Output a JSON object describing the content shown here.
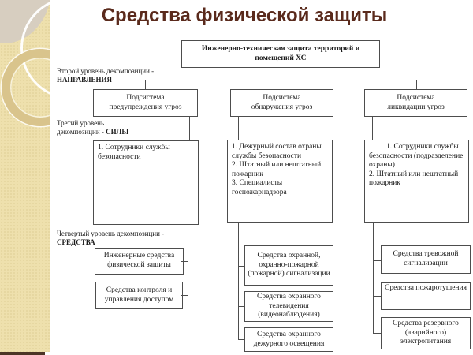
{
  "title": {
    "text": "Средства физической защиты"
  },
  "colors": {
    "title": "#5a2a1c",
    "diagram_line": "#4d4d4d",
    "sidebar_bg": "#eee0ad",
    "sidebar_edge": "#4c3526",
    "text": "#1c1c1c"
  },
  "diagram": {
    "root": "Инженерно-техническая защита территорий и\nпомещений ХС",
    "level_labels": [
      {
        "line1": "Второй уровень декомпозиции -",
        "line2_normal": "",
        "line2_bold": "НАПРАВЛЕНИЯ"
      },
      {
        "line1": "Третий уровень",
        "line2_normal": "декомпозиции - ",
        "line2_bold": "СИЛЫ"
      },
      {
        "line1": "Четвертый уровень декомпозиции -",
        "line2_normal": "",
        "line2_bold": "СРЕДСТВА"
      }
    ],
    "columns": [
      {
        "subsystem": "Подсистема\nпредупреждения угроз",
        "forces": "1. Сотрудники службы безопасности",
        "means": [
          "Инженерные средства\nфизической защиты",
          "Средства контроля и\nуправления доступом"
        ]
      },
      {
        "subsystem": "Подсистема\nобнаружения угроз",
        "forces": "1. Дежурный состав охраны службы безопасности\n2. Штатный или нештатный пожарник\n3. Специалисты госпожарнадзора",
        "means": [
          "Средства охранной,\nохранно-пожарной\n(пожарной) сигнализации",
          "Средства охранного\nтелевидения\n(видеонаблюдения)",
          "Средства охранного\nдежурного освещения"
        ]
      },
      {
        "subsystem": "Подсистема\nликвидации угроз",
        "forces": "1. Сотрудники службы безопасности (подразделение охраны)\n2. Штатный или нештатный пожарник",
        "means": [
          "Средства тревожной\nсигнализации",
          "Средства пожаротушения",
          "Средства резервного\n(аварийного)\nэлектропитания"
        ]
      }
    ]
  }
}
